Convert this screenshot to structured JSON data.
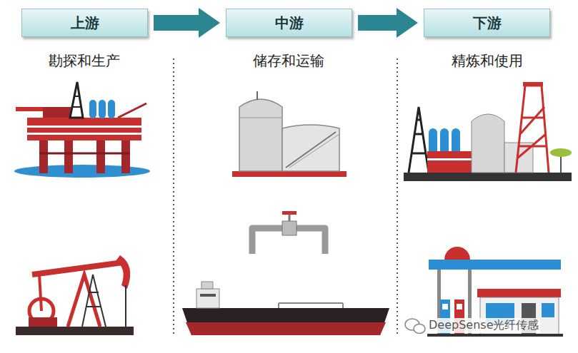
{
  "diagram": {
    "nodes": [
      {
        "text": [
          "上游"
        ]
      },
      {
        "text": [
          "中游"
        ]
      },
      {
        "text": [
          "下游"
        ]
      }
    ],
    "edges": [
      {
        "from": 0,
        "to": 1,
        "arrow": "to"
      },
      {
        "from": 1,
        "to": 2,
        "arrow": "to"
      }
    ],
    "labels": [
      "勘探和生产",
      "储存和运输",
      "精炼和使用",
      "DeepSense光纤传感"
    ]
  }
}
